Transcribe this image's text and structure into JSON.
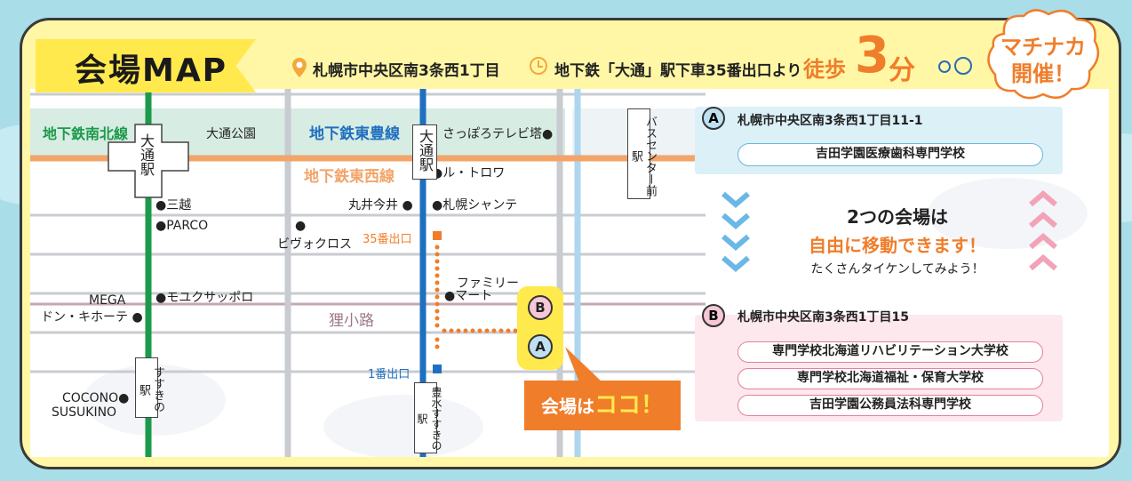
{
  "header": {
    "title": "会場MAP",
    "address": "札幌市中央区南3条西1丁目",
    "access_prefix": "地下鉄「大通」駅下車35番出口より",
    "walk_word": "徒歩",
    "walk_minutes": "3",
    "walk_unit": "分",
    "bubble_line1": "マチナカ",
    "bubble_line2": "開催！"
  },
  "map": {
    "lines": {
      "nanboku": "地下鉄南北線",
      "toho": "地下鉄東豊線",
      "tozai": "地下鉄東西線"
    },
    "park": "大通公園",
    "tanukikoji": "狸小路",
    "exit35": "35番出口",
    "exit1": "1番出口",
    "stations": {
      "odori_left": "大通駅",
      "odori_right": "大通駅",
      "bus_center": "バスセンター前駅",
      "susukino": "すすきの駅",
      "hosui_susukino": "豊水すすきの駅"
    },
    "landmarks": {
      "tv_tower": "さっぽろテレビ塔●",
      "le_trois": "●ル・トロワ",
      "mitsukoshi": "●三越",
      "parco": "●PARCO",
      "marui": "丸井今井 ●",
      "sapporo_shantey": "●札幌シャンテ",
      "bivox_dot": "●",
      "bivox": "ビヴォクロス",
      "familymart_1": "ファミリー",
      "familymart_2": "●マート",
      "moyuk": "●モユクサッポロ",
      "mega": "MEGA",
      "donki": "ドン・キホーテ ●",
      "cocono_1": "COCONO●",
      "cocono_2": "SUSUKINO"
    },
    "venue_b": "B",
    "venue_a": "A",
    "callout_prefix": "会場は",
    "callout_hl": "ココ！"
  },
  "venues": {
    "a": {
      "badge": "A",
      "address": "札幌市中央区南3条西1丁目11-1",
      "schools": [
        "吉田学園医療歯科専門学校"
      ]
    },
    "b": {
      "badge": "B",
      "address": "札幌市中央区南3条西1丁目15",
      "schools": [
        "専門学校北海道リハビリテーション大学校",
        "専門学校北海道福祉・保育大学校",
        "吉田学園公務員法科専門学校"
      ]
    }
  },
  "middle": {
    "line1": "2つの会場は",
    "line2": "自由に移動できます！",
    "line3": "たくさんタイケンしてみよう！"
  },
  "colors": {
    "nanboku": "#1a9a4a",
    "toho": "#1f6fc0",
    "tozai": "#f2a46a",
    "accent": "#f07d2a",
    "panel_a": "#dcf0f8",
    "panel_b": "#fde8ee"
  }
}
